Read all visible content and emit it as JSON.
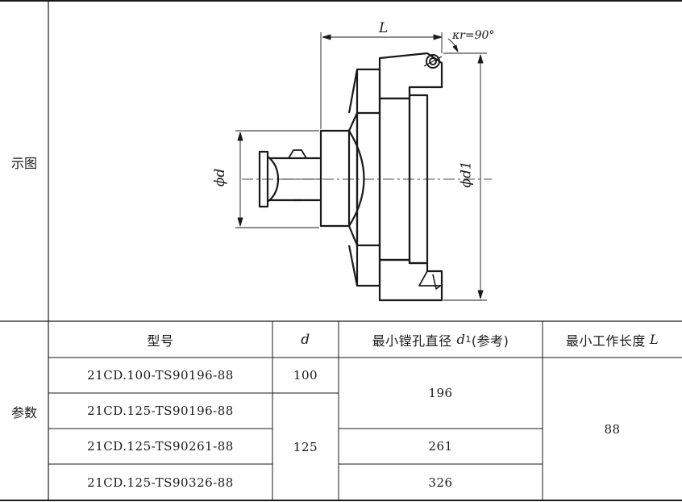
{
  "rows": {
    "diagram_label": "示图",
    "params_label": "参数"
  },
  "diagram": {
    "L_label": "L",
    "kr_label": "κr=90°",
    "d_label": "ϕd",
    "d1_label": "ϕd1"
  },
  "table": {
    "headers": {
      "model": "型号",
      "d": "d",
      "min_bore": "最小镗孔直径",
      "min_bore_sym": "d",
      "min_bore_sub": "1",
      "min_bore_note": "(参考)",
      "min_len": "最小工作长度",
      "min_len_sym": "L"
    },
    "rows": [
      {
        "model": "21CD.100-TS90196-88",
        "d": "100",
        "d1": "196",
        "L": "88"
      },
      {
        "model": "21CD.125-TS90196-88",
        "d": "125",
        "d1": "196",
        "L": "88"
      },
      {
        "model": "21CD.125-TS90261-88",
        "d": "125",
        "d1": "261",
        "L": "88"
      },
      {
        "model": "21CD.125-TS90326-88",
        "d": "125",
        "d1": "326",
        "L": "88"
      }
    ],
    "merged": {
      "d_125": "125",
      "d1_196": "196",
      "L_88": "88"
    }
  }
}
